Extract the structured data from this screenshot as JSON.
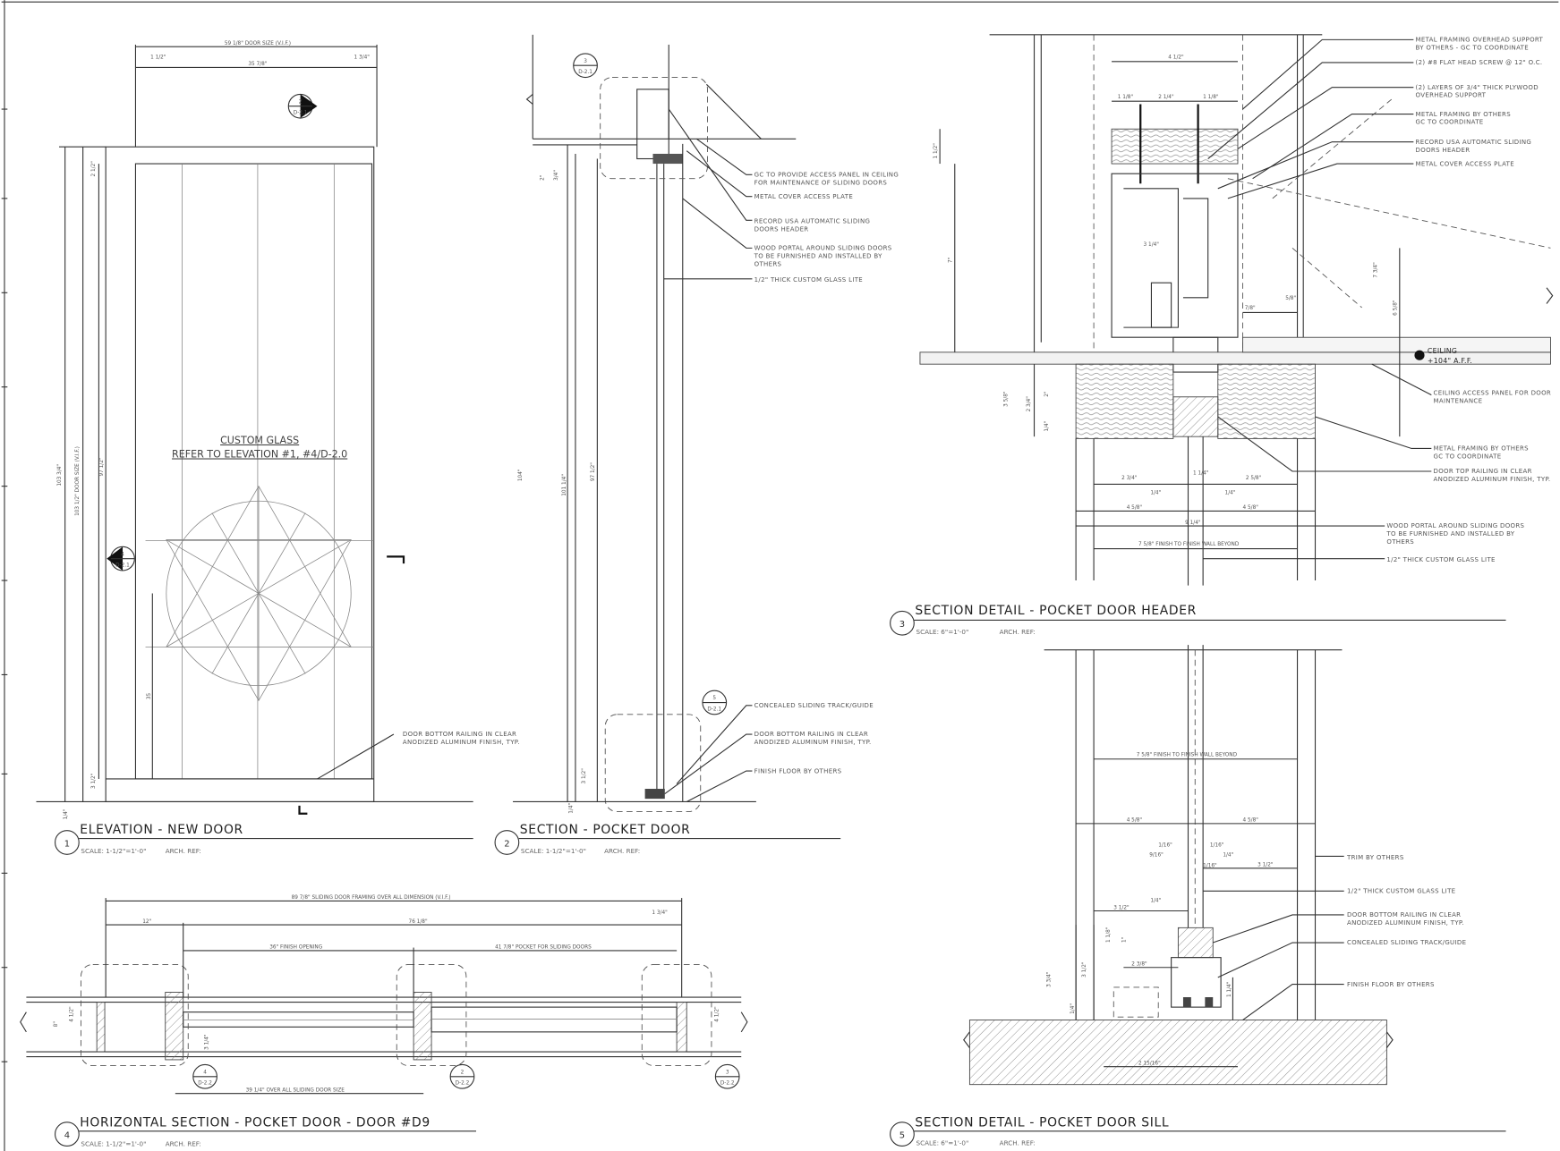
{
  "views": [
    {
      "number": "1",
      "title": "ELEVATION - NEW DOOR",
      "scale": "SCALE: 1-1/2\"=1'-0\"",
      "arch_ref": "ARCH. REF:"
    },
    {
      "number": "2",
      "title": "SECTION - POCKET DOOR",
      "scale": "SCALE: 1-1/2\"=1'-0\"",
      "arch_ref": "ARCH. REF:"
    },
    {
      "number": "3",
      "title": "SECTION DETAIL - POCKET DOOR HEADER",
      "scale": "SCALE:   6\"=1'-0\"",
      "arch_ref": "ARCH. REF:"
    },
    {
      "number": "4",
      "title": "HORIZONTAL SECTION - POCKET DOOR - DOOR #D9",
      "scale": "SCALE: 1-1/2\"=1'-0\"",
      "arch_ref": "ARCH. REF:"
    },
    {
      "number": "5",
      "title": "SECTION DETAIL - POCKET DOOR SILL",
      "scale": "SCALE:   6\"=1'-0\"",
      "arch_ref": "ARCH. REF:"
    }
  ],
  "elevation": {
    "glass_line1": "CUSTOM GLASS",
    "glass_line2": "REFER TO ELEVATION #1, #4/D-2.0",
    "dims": [
      "59 1/8\" DOOR SIZE (V.I.F.)",
      "1 1/2\"",
      "35 7/8\"",
      "1 3/4\"",
      "2 1/2\"",
      "103 3/4\"",
      "103 1/2\" DOOR SIZE (V.I.F.)",
      "97 1/2\"",
      "35",
      "3 1/2\"",
      "1/4\""
    ],
    "callouts": [
      {
        "num": "2",
        "sheet": "D-2.1"
      },
      {
        "num": "4",
        "sheet": "D-2.1"
      }
    ],
    "note": [
      "DOOR BOTTOM RAILING IN CLEAR",
      "ANODIZED ALUMINUM FINISH, TYP."
    ]
  },
  "section": {
    "callouts": [
      {
        "num": "3",
        "sheet": "D-2.1"
      },
      {
        "num": "5",
        "sheet": "D-2.1"
      }
    ],
    "dims": [
      "2\"",
      "3/4\"",
      "104\"",
      "101 1/4\"",
      "97 1/2\"",
      "3 1/2\"",
      "1/4\""
    ],
    "notes": [
      [
        "GC TO PROVIDE ACCESS PANEL IN CEILING",
        "FOR MAINTENANCE OF SLIDING DOORS"
      ],
      [
        "METAL COVER ACCESS PLATE"
      ],
      [
        "RECORD USA AUTOMATIC SLIDING",
        "DOORS HEADER"
      ],
      [
        "WOOD PORTAL AROUND SLIDING DOORS",
        "TO BE FURNISHED AND INSTALLED BY",
        "OTHERS"
      ],
      [
        "1/2\" THICK CUSTOM GLASS LITE"
      ],
      [
        "CONCEALED SLIDING TRACK/GUIDE"
      ],
      [
        "DOOR BOTTOM RAILING IN CLEAR",
        "ANODIZED ALUMINUM FINISH, TYP."
      ],
      [
        "FINISH FLOOR BY OTHERS"
      ]
    ]
  },
  "header_detail": {
    "dims": [
      "4 1/2\"",
      "1 1/8\"",
      "2 1/4\"",
      "1 1/8\"",
      "1 1/2\"",
      "7\"",
      "3 1/4\"",
      "7/8\"",
      "5/8\"",
      "7 3/4\"",
      "6 5/8\"",
      "3 5/8\"",
      "2 3/4\"",
      "2\"",
      "1/4\"",
      "1 1/4\"",
      "2 3/4\"",
      "2 5/8\"",
      "1/4\"",
      "1/4\"",
      "4 5/8\"",
      "4 5/8\"",
      "9 1/4\"",
      "7 5/8\" FINISH TO FINISH WALL BEYOND"
    ],
    "ceiling_label": "CEILING",
    "ceiling_elev": "+104\" A.F.F.",
    "notes": [
      [
        "METAL FRAMING OVERHEAD SUPPORT",
        "BY OTHERS - GC TO COORDINATE"
      ],
      [
        "(2)   #8 FLAT HEAD SCREW @ 12\" O.C."
      ],
      [
        "(2) LAYERS OF 3/4\" THICK PLYWOOD",
        "OVERHEAD SUPPORT"
      ],
      [
        "METAL FRAMING BY OTHERS",
        "GC TO COORDINATE"
      ],
      [
        "RECORD USA AUTOMATIC SLIDING",
        "DOORS HEADER"
      ],
      [
        "METAL COVER ACCESS PLATE"
      ],
      [
        "CEILING ACCESS PANEL FOR DOOR",
        "MAINTENANCE"
      ],
      [
        "METAL FRAMING BY OTHERS",
        "GC TO COORDINATE"
      ],
      [
        "DOOR TOP RAILING IN CLEAR",
        "ANODIZED ALUMINUM FINISH, TYP."
      ],
      [
        "WOOD PORTAL AROUND SLIDING DOORS",
        "TO BE FURNISHED AND INSTALLED BY",
        "OTHERS"
      ],
      [
        "1/2\" THICK CUSTOM GLASS LITE"
      ]
    ]
  },
  "sill_detail": {
    "dims": [
      "7 5/8\" FINISH TO FINISH WALL BEYOND",
      "4 5/8\"",
      "4 5/8\"",
      "1/16\"",
      "1/16\"",
      "9/16\"",
      "1/4\"",
      "1/16\"",
      "3 1/2\"",
      "1/4\"",
      "3 1/2\"",
      "1 1/8\"",
      "1\"",
      "2 3/8\"",
      "3 3/4\"",
      "3 1/2\"",
      "1/4\"",
      "1 1/4\"",
      "2 15/16\""
    ],
    "notes": [
      [
        "TRIM BY OTHERS"
      ],
      [
        "1/2\" THICK CUSTOM GLASS LITE"
      ],
      [
        "DOOR BOTTOM RAILING IN CLEAR",
        "ANODIZED ALUMINUM FINISH, TYP."
      ],
      [
        "CONCEALED SLIDING TRACK/GUIDE"
      ],
      [
        "FINISH FLOOR BY OTHERS"
      ]
    ]
  },
  "horizontal": {
    "dims": [
      "89 7/8\" SLIDING DOOR FRAMING OVER ALL DIMENSION (V.I.F.)",
      "12\"",
      "76 1/8\"",
      "1 3/4\"",
      "36\" FINISH OPENING",
      "41 7/8\" POCKET FOR SLIDING DOORS",
      "8\"",
      "4 1/2\"",
      "3 1/4\"",
      "4 1/2\"",
      "39 1/4\" OVER ALL SLIDING DOOR SIZE"
    ],
    "callouts": [
      {
        "num": "4",
        "sheet": "D-2.2"
      },
      {
        "num": "2",
        "sheet": "D-2.2"
      },
      {
        "num": "3",
        "sheet": "D-2.2"
      }
    ]
  }
}
